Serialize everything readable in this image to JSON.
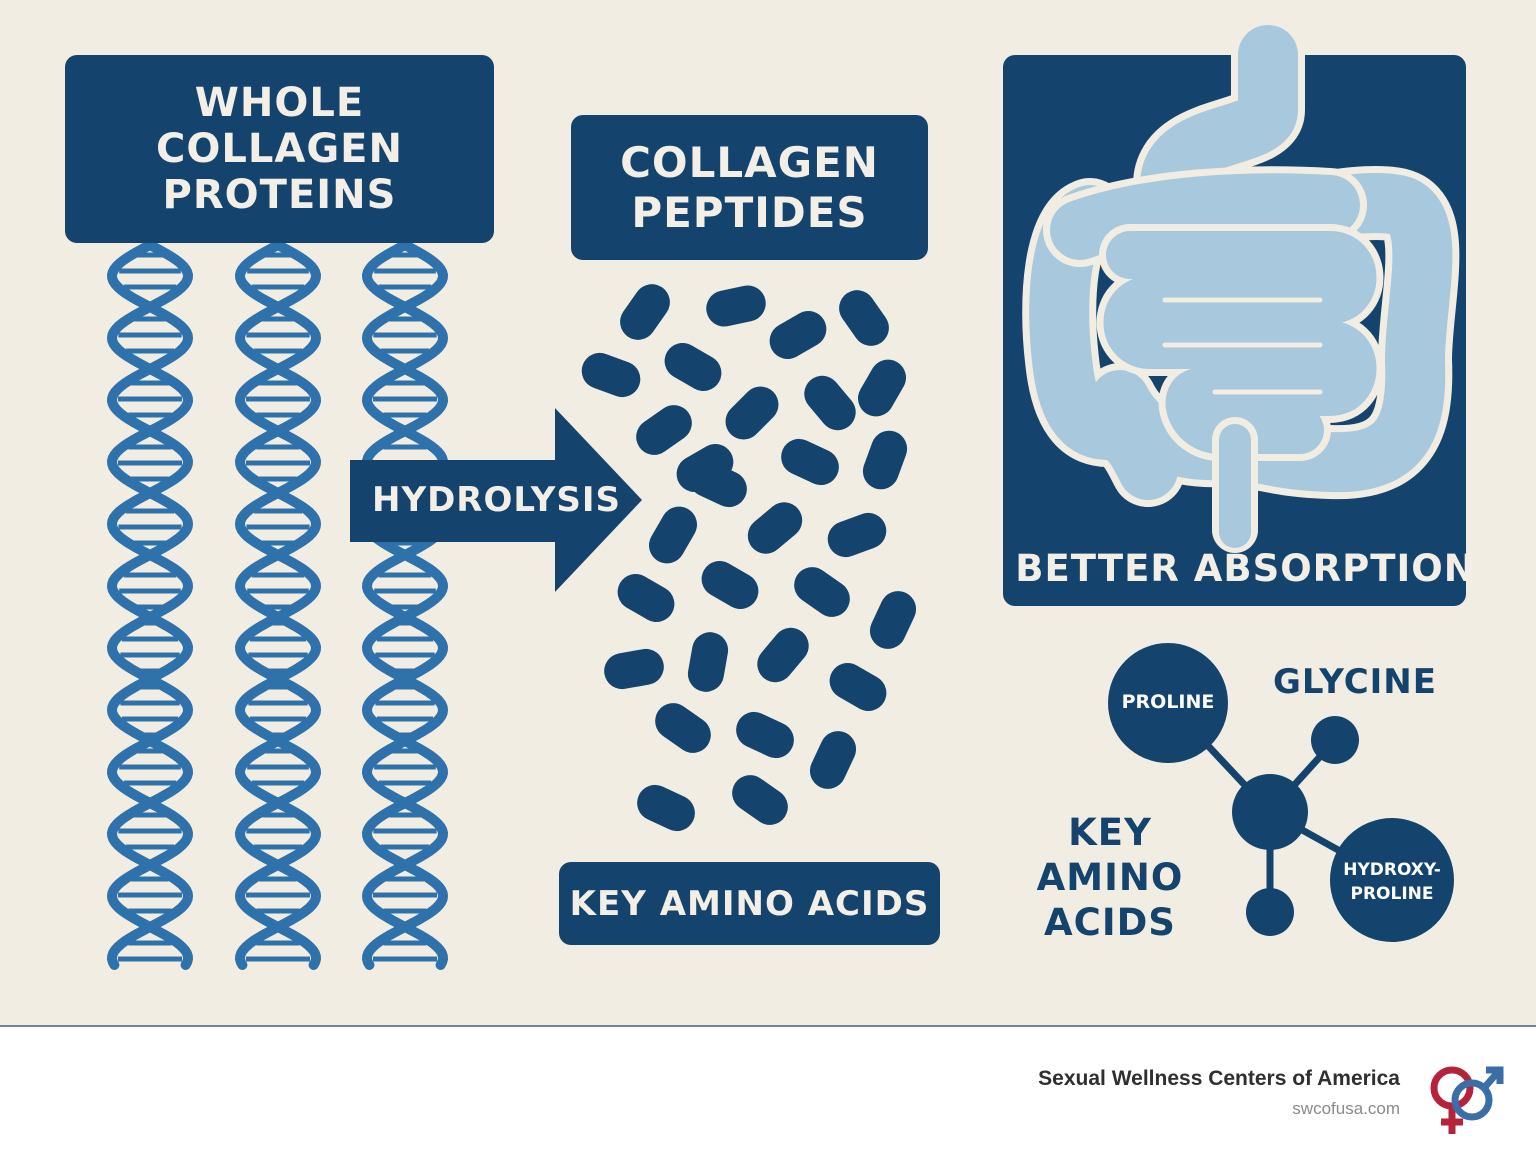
{
  "labels": {
    "whole_collagen": "WHOLE\nCOLLAGEN\nPROTEINS",
    "collagen_peptides": "COLLAGEN\nPEPTIDES",
    "hydrolysis": "HYDROLYSIS",
    "key_amino_acids_box": "KEY AMINO ACIDS",
    "better_absorption": "BETTER ABSORPTION",
    "key_amino_acids_text": "KEY\nAMINO\nACIDS"
  },
  "molecule": {
    "proline": "PROLINE",
    "glycine": "GLYCINE",
    "hydroxyproline": "HYDROXY-\nPROLINE"
  },
  "footer": {
    "brand": "Sexual Wellness Centers of America",
    "url": "swcofusa.com"
  },
  "colors": {
    "navy": "#14446d",
    "helix_blue": "#2f72ab",
    "intestine_blue": "#a8c8de",
    "background": "#f1ede3",
    "logo_red": "#b5233a",
    "logo_blue": "#3a6ea8"
  }
}
